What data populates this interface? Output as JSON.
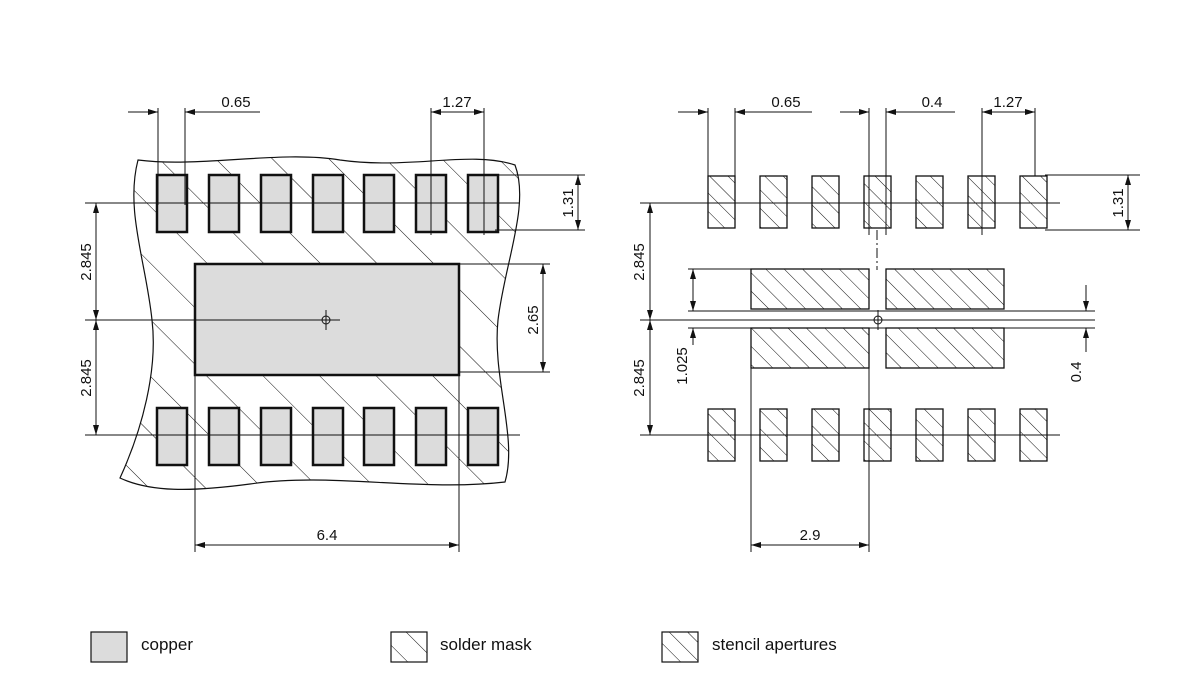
{
  "left_view": {
    "dims": {
      "pitch": "0.65",
      "pad_length": "1.27",
      "pad_width": "1.31",
      "upper_row_offset": "2.845",
      "lower_row_offset": "2.845",
      "center_pad_height": "2.65",
      "center_pad_width": "6.4"
    }
  },
  "right_view": {
    "dims": {
      "pitch": "0.65",
      "aperture_gap": "0.4",
      "pad_length": "1.27",
      "pad_width": "1.31",
      "upper_row_offset": "2.845",
      "lower_row_offset": "2.845",
      "aperture_offset": "1.025",
      "aperture_gap_vertical": "0.4",
      "aperture_width": "2.9"
    }
  },
  "legend": {
    "copper": "copper",
    "solder_mask": "solder mask",
    "stencil": "stencil apertures"
  },
  "colors": {
    "copper_fill": "#dcdcdc",
    "line": "#111111",
    "background": "#ffffff"
  }
}
